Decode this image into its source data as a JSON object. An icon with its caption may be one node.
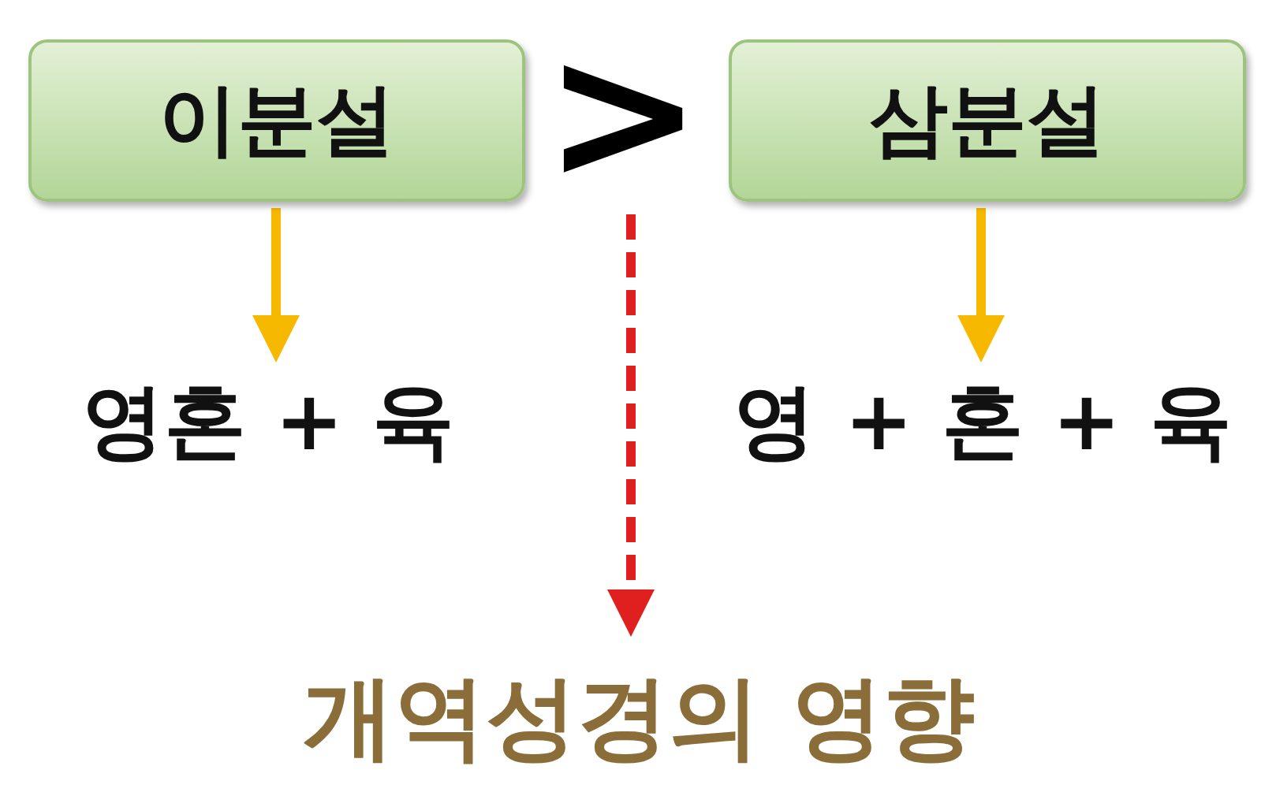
{
  "diagram": {
    "nodes": [
      {
        "text": [
          "이분설"
        ]
      },
      {
        "text": [
          ">"
        ]
      },
      {
        "text": [
          "삼분설"
        ]
      },
      {
        "text": [
          "영혼 + 육"
        ]
      },
      {
        "text": [
          "영 + 혼 + 육"
        ]
      },
      {
        "text": [
          "개역성경의 영향"
        ]
      }
    ],
    "edges": [
      {
        "from": 0,
        "to": 3,
        "arrow": "to"
      },
      {
        "from": 2,
        "to": 4,
        "arrow": "to"
      },
      {
        "from": 1,
        "to": 5,
        "arrow": "to",
        "style": "dashed",
        "color": "#e0201f"
      }
    ]
  }
}
